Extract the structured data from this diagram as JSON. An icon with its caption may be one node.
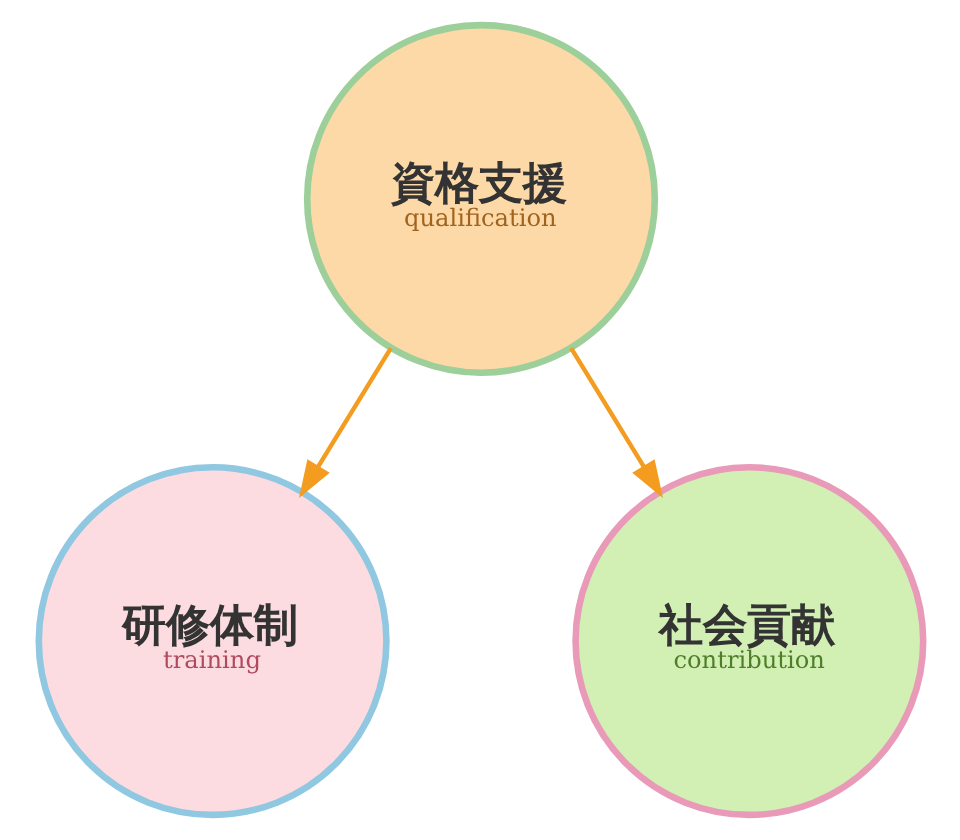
{
  "diagram": {
    "nodes": [
      {
        "text": [
          "資格支援",
          "qualification"
        ]
      },
      {
        "text": [
          "研修体制",
          "training"
        ]
      },
      {
        "text": [
          "社会貢献",
          "contribution"
        ]
      }
    ],
    "edges": [
      {
        "from": 0,
        "to": 1,
        "arrow": "to"
      },
      {
        "from": 0,
        "to": 2,
        "arrow": "to"
      }
    ]
  }
}
